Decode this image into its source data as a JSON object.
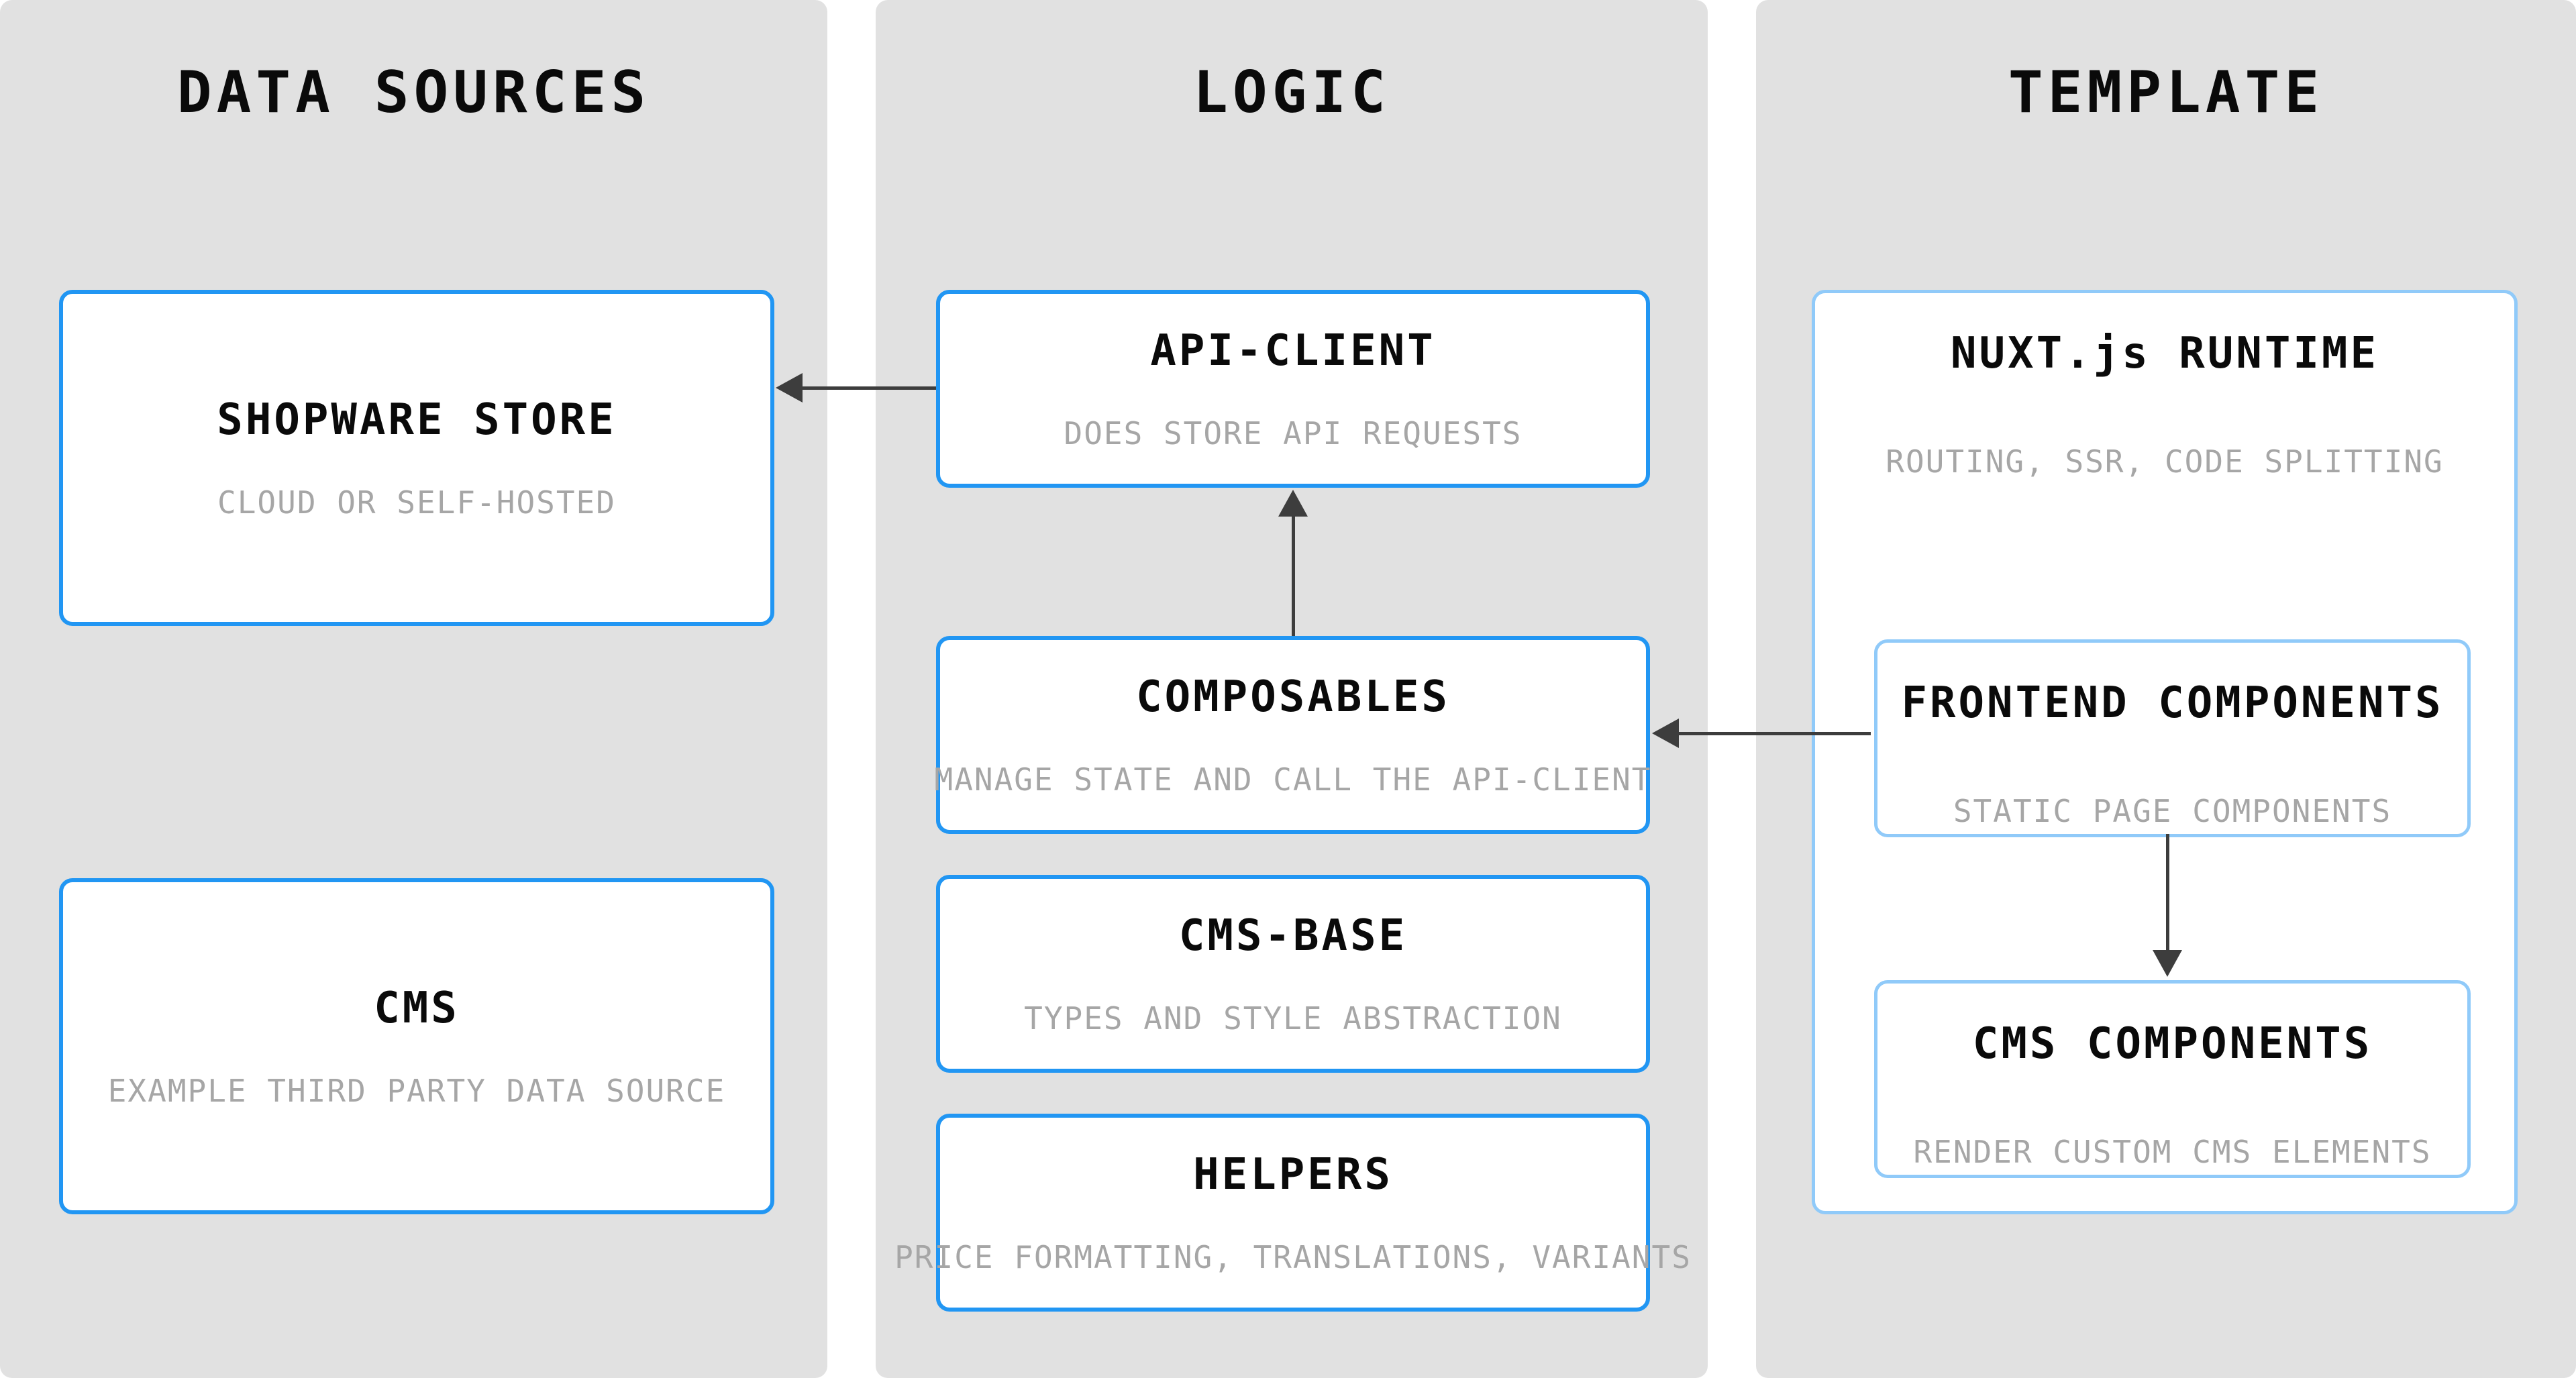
{
  "colors": {
    "page_bg": "#ffffff",
    "panel_bg": "#e1e1e1",
    "box_bg": "#ffffff",
    "box_border_strong": "#2196f3",
    "box_border_light": "#90caf9",
    "title_text": "#0a0a0a",
    "subtitle_text": "#a6a6a6",
    "arrow": "#3d3d3d"
  },
  "columns": [
    {
      "id": "data-sources",
      "title": "DATA SOURCES",
      "boxes": [
        {
          "id": "shopware-store",
          "title": "SHOPWARE STORE",
          "subtitle": "CLOUD OR SELF-HOSTED"
        },
        {
          "id": "cms",
          "title": "CMS",
          "subtitle": "EXAMPLE THIRD PARTY DATA SOURCE"
        }
      ]
    },
    {
      "id": "logic",
      "title": "LOGIC",
      "boxes": [
        {
          "id": "api-client",
          "title": "API-CLIENT",
          "subtitle": "DOES STORE API REQUESTS"
        },
        {
          "id": "composables",
          "title": "COMPOSABLES",
          "subtitle": "MANAGE STATE AND CALL THE API-CLIENT"
        },
        {
          "id": "cms-base",
          "title": "CMS-BASE",
          "subtitle": "TYPES AND STYLE ABSTRACTION"
        },
        {
          "id": "helpers",
          "title": "HELPERS",
          "subtitle": "PRICE FORMATTING, TRANSLATIONS, VARIANTS"
        }
      ]
    },
    {
      "id": "template",
      "title": "TEMPLATE",
      "container": {
        "id": "nuxt-runtime",
        "title": "NUXT.js RUNTIME",
        "subtitle": "ROUTING, SSR, CODE SPLITTING",
        "boxes": [
          {
            "id": "frontend-components",
            "title": "FRONTEND COMPONENTS",
            "subtitle": "STATIC PAGE COMPONENTS"
          },
          {
            "id": "cms-components",
            "title": "CMS COMPONENTS",
            "subtitle": "RENDER CUSTOM CMS ELEMENTS"
          }
        ]
      }
    }
  ],
  "arrows": [
    {
      "from": "api-client",
      "to": "shopware-store",
      "direction": "left"
    },
    {
      "from": "composables",
      "to": "api-client",
      "direction": "up"
    },
    {
      "from": "frontend-components",
      "to": "composables",
      "direction": "left"
    },
    {
      "from": "frontend-components",
      "to": "cms-components",
      "direction": "down"
    }
  ]
}
